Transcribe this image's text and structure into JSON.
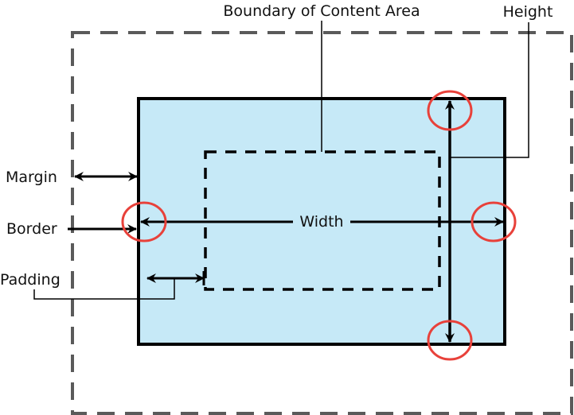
{
  "labels": {
    "boundary": "Boundary of Content Area",
    "height": "Height",
    "margin": "Margin",
    "border": "Border",
    "padding": "Padding",
    "width": "Width"
  },
  "colors": {
    "padding_fill": "#c6e9f7",
    "margin_outline": "#5a5a5a",
    "highlight_circle": "#e8413a",
    "line": "#000000"
  }
}
